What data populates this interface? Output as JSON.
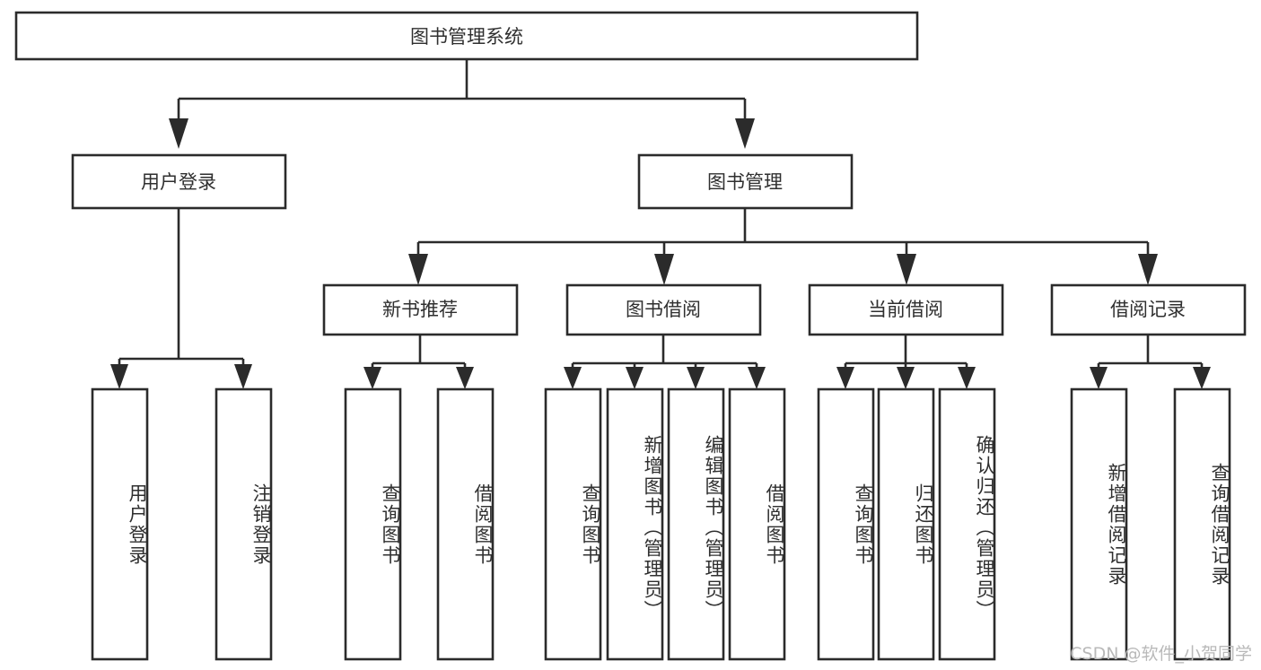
{
  "diagram": {
    "title": "图书管理系统",
    "type": "tree-hierarchy",
    "root": {
      "id": "root",
      "label": "图书管理系统"
    },
    "level1": [
      {
        "id": "user-login",
        "label": "用户登录"
      },
      {
        "id": "book-manage",
        "label": "图书管理"
      }
    ],
    "level2": [
      {
        "id": "new-book-rec",
        "label": "新书推荐",
        "parent": "book-manage"
      },
      {
        "id": "book-borrow",
        "label": "图书借阅",
        "parent": "book-manage"
      },
      {
        "id": "current-borrow",
        "label": "当前借阅",
        "parent": "book-manage"
      },
      {
        "id": "borrow-record",
        "label": "借阅记录",
        "parent": "book-manage"
      }
    ],
    "leaves": [
      {
        "id": "leaf-user-login",
        "label": "用户登录",
        "parent": "user-login",
        "align": "center"
      },
      {
        "id": "leaf-logout",
        "label": "注销登录",
        "parent": "user-login",
        "align": "center"
      },
      {
        "id": "leaf-query-book-1",
        "label": "查询图书",
        "parent": "new-book-rec",
        "align": "center"
      },
      {
        "id": "leaf-borrow-book-1",
        "label": "借阅图书",
        "parent": "new-book-rec",
        "align": "center"
      },
      {
        "id": "leaf-query-book-2",
        "label": "查询图书",
        "parent": "book-borrow",
        "align": "center"
      },
      {
        "id": "leaf-add-book",
        "label": "新增图书（管理员）",
        "parent": "book-borrow",
        "align": "top"
      },
      {
        "id": "leaf-edit-book",
        "label": "编辑图书（管理员）",
        "parent": "book-borrow",
        "align": "top"
      },
      {
        "id": "leaf-borrow-book-2",
        "label": "借阅图书",
        "parent": "book-borrow",
        "align": "center"
      },
      {
        "id": "leaf-query-book-3",
        "label": "查询图书",
        "parent": "current-borrow",
        "align": "center"
      },
      {
        "id": "leaf-return-book",
        "label": "归还图书",
        "parent": "current-borrow",
        "align": "center"
      },
      {
        "id": "leaf-confirm-return",
        "label": "确认归还（管理员）",
        "parent": "current-borrow",
        "align": "top"
      },
      {
        "id": "leaf-add-record",
        "label": "新增借阅记录",
        "parent": "borrow-record",
        "align": "center"
      },
      {
        "id": "leaf-query-record",
        "label": "查询借阅记录",
        "parent": "borrow-record",
        "align": "center"
      }
    ],
    "watermark": "CSDN @软件_小贺同学",
    "colors": {
      "stroke": "#2b2b2b",
      "fill": "#ffffff",
      "text": "#2f2f2f",
      "watermark": "#b9b9b9",
      "background": "#ffffff"
    }
  }
}
